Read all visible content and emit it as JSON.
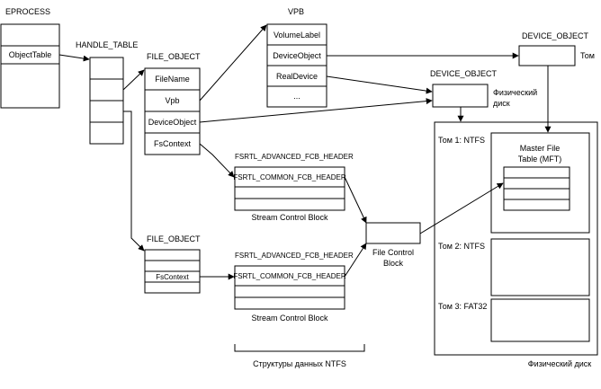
{
  "colors": {
    "line": "#000000",
    "fill": "#ffffff",
    "background": "#ffffff"
  },
  "labels": {
    "eprocess": "EPROCESS",
    "handle_table": "HANDLE_TABLE",
    "file_object_1": "FILE_OBJECT",
    "file_object_2": "FILE_OBJECT",
    "vpb": "VPB",
    "device_object_top": "DEVICE_OBJECT",
    "device_object_mid": "DEVICE_OBJECT",
    "fcb_header_1": "FSRTL_ADVANCED_FCB_HEADER",
    "fcb_header_2": "FSRTL_ADVANCED_FCB_HEADER",
    "tom": "Том",
    "phys_disk_label_1": "Физический",
    "phys_disk_label_2": "диск",
    "scb_1": "Stream Control Block",
    "scb_2": "Stream Control Block",
    "fcb_1": "File Control",
    "fcb_2": "Block",
    "ntfs_structures": "Структуры данных NTFS",
    "physical_disk": "Физический диск"
  },
  "eprocess": {
    "object_table": "ObjectTable"
  },
  "file_object_1": {
    "file_name": "FileName",
    "vpb": "Vpb",
    "device_object": "DeviceObject",
    "fs_context": "FsContext"
  },
  "file_object_2": {
    "fs_context": "FsContext"
  },
  "vpb": {
    "volume_label": "VolumeLabel",
    "device_object": "DeviceObject",
    "real_device": "RealDevice",
    "ellipsis": "..."
  },
  "scb_1": {
    "header": "FSRTL_COMMON_FCB_HEADER"
  },
  "scb_2": {
    "header": "FSRTL_COMMON_FCB_HEADER"
  },
  "disk": {
    "vol1": "Том 1: NTFS",
    "mft_line1": "Master File",
    "mft_line2": "Table (MFT)",
    "vol2": "Том 2: NTFS",
    "vol3": "Том 3: FAT32"
  }
}
